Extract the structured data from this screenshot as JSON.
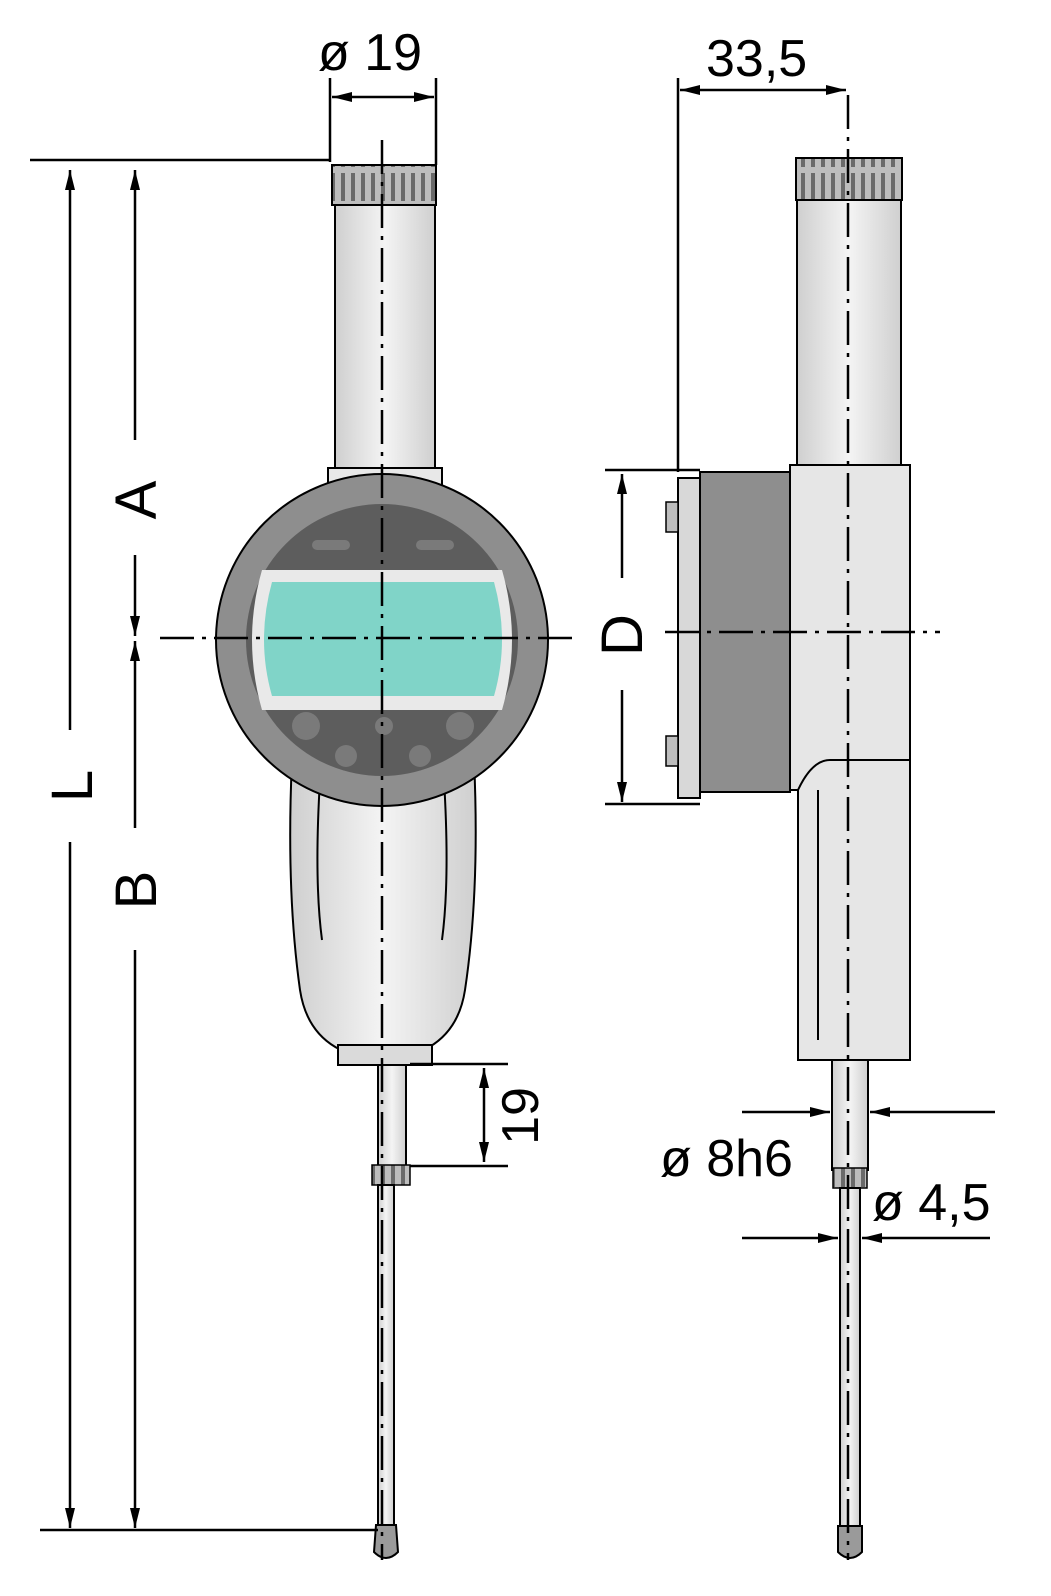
{
  "labels": {
    "top_diameter": "ø 19",
    "depth": "33,5",
    "a": "A",
    "b": "B",
    "l": "L",
    "d": "D",
    "stem_length": "19",
    "stem_diameter": "ø 8h6",
    "tip_diameter": "ø 4,5"
  },
  "colors": {
    "display": "#80d4c8",
    "bezel": "#8e8e8e",
    "body": "#e3e3e3",
    "dark": "#555555",
    "line": "#000000"
  }
}
